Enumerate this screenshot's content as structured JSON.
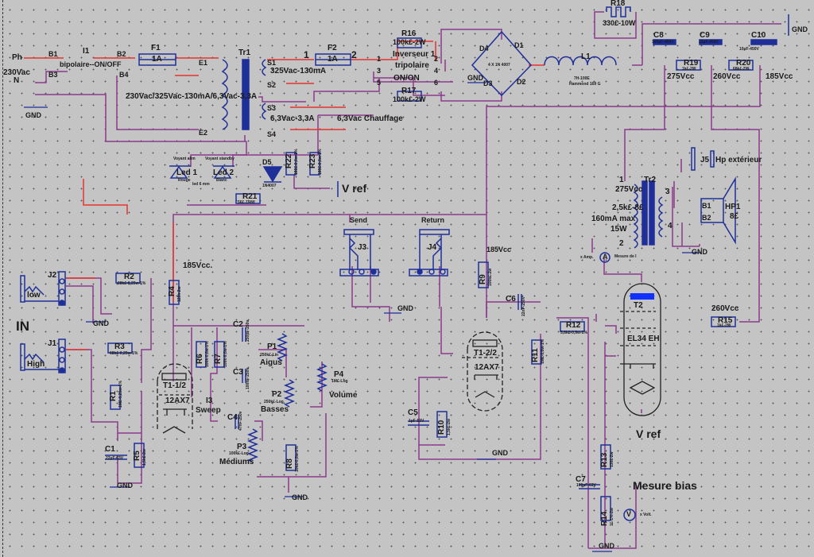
{
  "colors": {
    "wire": "#8b3a8b",
    "wire_red": "#e8332f",
    "component": "#1f2f9a",
    "background": "#c4c4c4",
    "tube_anode": "#1030ff"
  },
  "mains": {
    "phase": "Ph",
    "voltage": "230Vac",
    "neutral": "N",
    "ground": "GND",
    "switch": {
      "ref": "I1",
      "type": "bipolaire--ON/OFF",
      "pins": [
        "B1",
        "B2",
        "B3",
        "B4"
      ]
    }
  },
  "fuse1": {
    "ref": "F1",
    "value": "1A"
  },
  "fuse2": {
    "ref": "F2",
    "value": "1A",
    "pin1": "1",
    "pin2": "2"
  },
  "transformer1": {
    "ref": "Tr1",
    "rating": "230Vac/325Vac-130mA/6,3Vac-3,3A",
    "primary": [
      "E1",
      "E2"
    ],
    "sec_hv": {
      "pins": [
        "S1",
        "S2"
      ],
      "label": "325Vac-130mA"
    },
    "sec_heater": {
      "pins": [
        "S3",
        "S4"
      ],
      "label": "6,3Vac-3,3A"
    },
    "heater_label": "6,3Vac  Chauffage"
  },
  "selector": {
    "title": "Inverseur 1",
    "type": "tripolaire",
    "mode": "ON/ON",
    "pins": [
      "1",
      "2",
      "3",
      "4",
      "5",
      "6"
    ]
  },
  "resistors_hv": {
    "R16": {
      "ref": "R16",
      "value": "100k£-2W"
    },
    "R17": {
      "ref": "R17",
      "value": "100k£-2W"
    },
    "R18": {
      "ref": "R18",
      "value": "330£-10W"
    },
    "R19": {
      "ref": "R19",
      "value": "1k£-2W"
    },
    "R20": {
      "ref": "R20",
      "value": "68k£-2W"
    }
  },
  "bridge": {
    "diodes": [
      "D1",
      "D2",
      "D3",
      "D4"
    ],
    "part": "4 X 1N 4007"
  },
  "choke": {
    "ref": "L1",
    "value": "7H-100E",
    "model": "Hammond 169 G"
  },
  "filter_caps": {
    "C8": {
      "ref": "C8",
      "value": "100µF-450V"
    },
    "C9": {
      "ref": "C9",
      "value": "22µF-450V"
    },
    "C10": {
      "ref": "C10",
      "value": "10µF-450V"
    }
  },
  "rails": {
    "v275": "275Vcc",
    "v260": "260Vcc",
    "v185": "185Vcc",
    "v185b": "185Vcc.",
    "vref": "V ref"
  },
  "leds": {
    "led1": {
      "ref": "Led 1",
      "color": "Rouge",
      "caption": "Voyant alim"
    },
    "led2": {
      "ref": "Led 2",
      "color": "Blanc",
      "caption": "Voyant standby"
    },
    "size": "led 6 mm",
    "R21": {
      "ref": "R21",
      "value": "56£-1/4W"
    }
  },
  "d5": {
    "ref": "D5",
    "part": "1N4007"
  },
  "vref_res": {
    "R22": {
      "ref": "R22",
      "value": "180£-0,6w-1%"
    },
    "R23": {
      "ref": "R23",
      "value": "180£-0,6w-1%"
    }
  },
  "output_tf": {
    "ref": "Tr2",
    "pin1": "1",
    "pin2": "2",
    "pin3": "3",
    "pin4": "4",
    "v": "275Vcc",
    "imp": "2,5k£-8£",
    "current": "160mA max",
    "power": "15W"
  },
  "ammeter": {
    "label": "x Amp.",
    "symbol": "A",
    "caption": "Mesure de I"
  },
  "jack_out": {
    "ref": "J5",
    "label": "Hp extérieur"
  },
  "speaker": {
    "ref": "HP1",
    "imp": "8£",
    "pins": [
      "B1",
      "B2"
    ]
  },
  "inputs": {
    "title": "IN",
    "J2": {
      "ref": "J2",
      "label": "low"
    },
    "J1": {
      "ref": "J1",
      "label": "High"
    }
  },
  "preamp_res": {
    "R1": {
      "ref": "R1",
      "value": "1M£-0,25w-1%"
    },
    "R2": {
      "ref": "R2",
      "value": "68k£-0,25w-1%"
    },
    "R3": {
      "ref": "R3",
      "value": "68k£-0,25w-1%"
    },
    "R4": {
      "ref": "R4",
      "value": "120k-2w"
    },
    "R5": {
      "ref": "R5",
      "value": "1,5k£-2w"
    },
    "R6": {
      "ref": "R6",
      "value": "100k-0,6w-1%"
    },
    "R7": {
      "ref": "R7",
      "value": "100k-0,6w-1%"
    },
    "R8": {
      "ref": "R8",
      "value": "10k£-0,6w-1%"
    }
  },
  "c1": {
    "ref": "C1",
    "value": "22µF-63V"
  },
  "tone_caps": {
    "C2": {
      "ref": "C2",
      "value": "250pF-250v"
    },
    "C3": {
      "ref": "C3",
      "value": "100nF-250v"
    },
    "C4": {
      "ref": "C4",
      "value": "47nF-250v"
    }
  },
  "pots": {
    "P1": {
      "ref": "P1",
      "value": "250k£-Lin",
      "name": "Aigus"
    },
    "P2": {
      "ref": "P2",
      "value": "250k£-Log",
      "name": "Basses"
    },
    "P3": {
      "ref": "P3",
      "value": "100k£-Log",
      "name": "Médiums"
    },
    "P4": {
      "ref": "P4",
      "value": "1M£-Log",
      "name": "Volume"
    }
  },
  "sweep": {
    "ref": "I3",
    "label": "Sweep"
  },
  "tube1a": {
    "ref": "T1-1/2",
    "type": "12AX7"
  },
  "tube1b": {
    "ref": "T1-2/2",
    "type": "12AX7"
  },
  "loop": {
    "send": {
      "ref": "J3",
      "label": "Send"
    },
    "ret": {
      "ref": "J4",
      "label": "Return"
    }
  },
  "stage2": {
    "R9": {
      "ref": "R9",
      "value": "100k£-2w"
    },
    "C5": {
      "ref": "C5",
      "value": "1µF-63V"
    },
    "R10": {
      "ref": "R10",
      "value": "1,5k£-2w"
    },
    "C6": {
      "ref": "C6",
      "value": "22nF-250V"
    },
    "R11": {
      "ref": "R11",
      "value": "1M£-0,6w-1%"
    },
    "R12": {
      "ref": "R12",
      "value": "5,6k£-0,6w-1%"
    }
  },
  "power_tube": {
    "ref": "T2",
    "type": "EL34 EH",
    "R15": {
      "ref": "R15",
      "value": "1k£-2W"
    }
  },
  "bias": {
    "R13": {
      "ref": "R13",
      "value": "130£-2w"
    },
    "R14": {
      "ref": "R14",
      "value": "1£-1%-2w"
    },
    "C7": {
      "ref": "C7",
      "value": "100µF-63V"
    },
    "label": "Mesure bias",
    "meter": "x Volt.",
    "symbol": "V"
  }
}
